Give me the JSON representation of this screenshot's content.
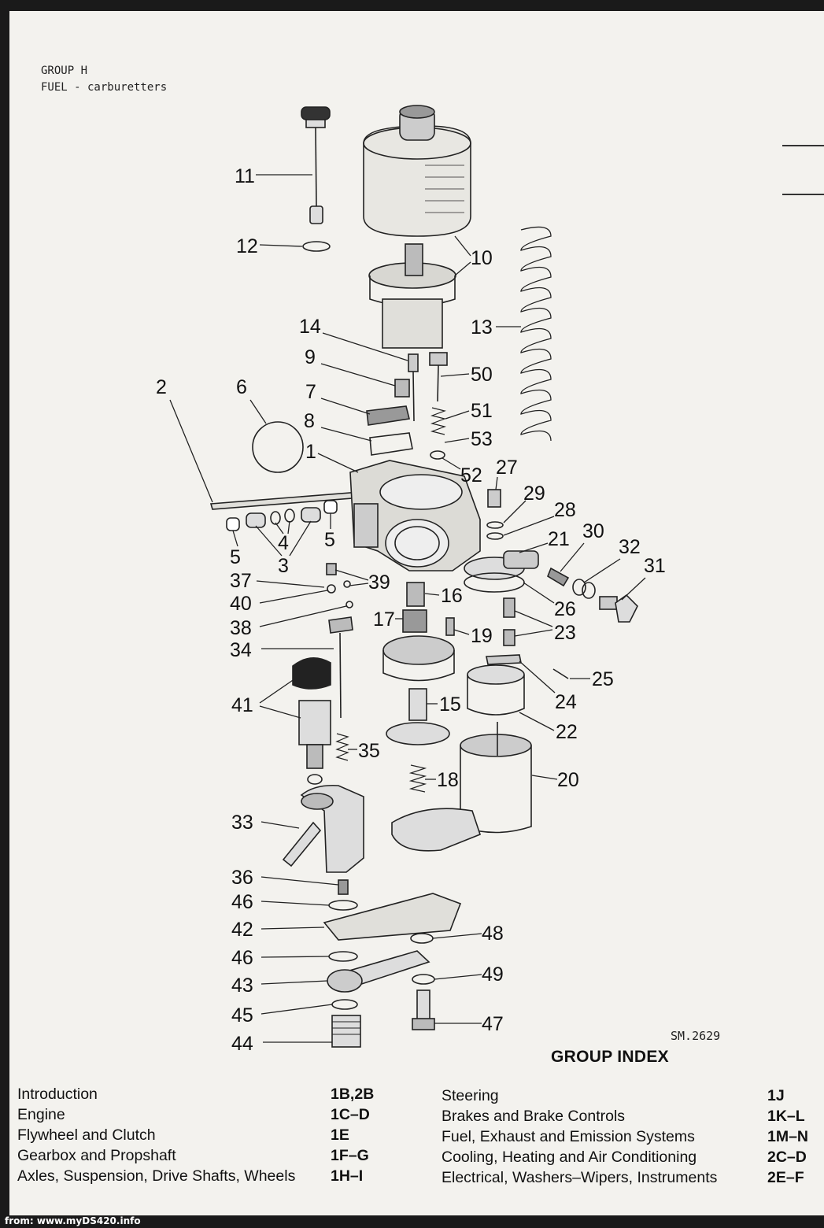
{
  "header": {
    "group": "GROUP H",
    "subtitle": "FUEL - carburetters"
  },
  "diagram": {
    "part_code": "SM.2629",
    "callouts": [
      "11",
      "12",
      "10",
      "13",
      "14",
      "9",
      "50",
      "2",
      "6",
      "7",
      "51",
      "8",
      "53",
      "1",
      "52",
      "27",
      "29",
      "28",
      "21",
      "30",
      "32",
      "31",
      "5",
      "4",
      "3",
      "37",
      "39",
      "16",
      "40",
      "26",
      "38",
      "17",
      "19",
      "23",
      "34",
      "25",
      "24",
      "41",
      "15",
      "22",
      "35",
      "18",
      "20",
      "33",
      "36",
      "46",
      "42",
      "48",
      "43",
      "49",
      "45",
      "47",
      "44"
    ]
  },
  "group_index": {
    "title": "GROUP INDEX",
    "left": [
      {
        "name": "Introduction",
        "code": "1B,2B"
      },
      {
        "name": "Engine",
        "code": "1C–D"
      },
      {
        "name": "Flywheel and Clutch",
        "code": "1E"
      },
      {
        "name": "Gearbox and Propshaft",
        "code": "1F–G"
      },
      {
        "name": "Axles, Suspension, Drive Shafts, Wheels",
        "code": "1H–I"
      }
    ],
    "right": [
      {
        "name": "Steering",
        "code": "1J"
      },
      {
        "name": "Brakes and Brake Controls",
        "code": "1K–L"
      },
      {
        "name": "Fuel, Exhaust and Emission Systems",
        "code": "1M–N"
      },
      {
        "name": "Cooling, Heating and Air Conditioning",
        "code": "2C–D"
      },
      {
        "name": "Electrical, Washers–Wipers, Instruments",
        "code": "2E–F"
      }
    ]
  },
  "footer": {
    "source": "from: www.myDS420.info"
  }
}
